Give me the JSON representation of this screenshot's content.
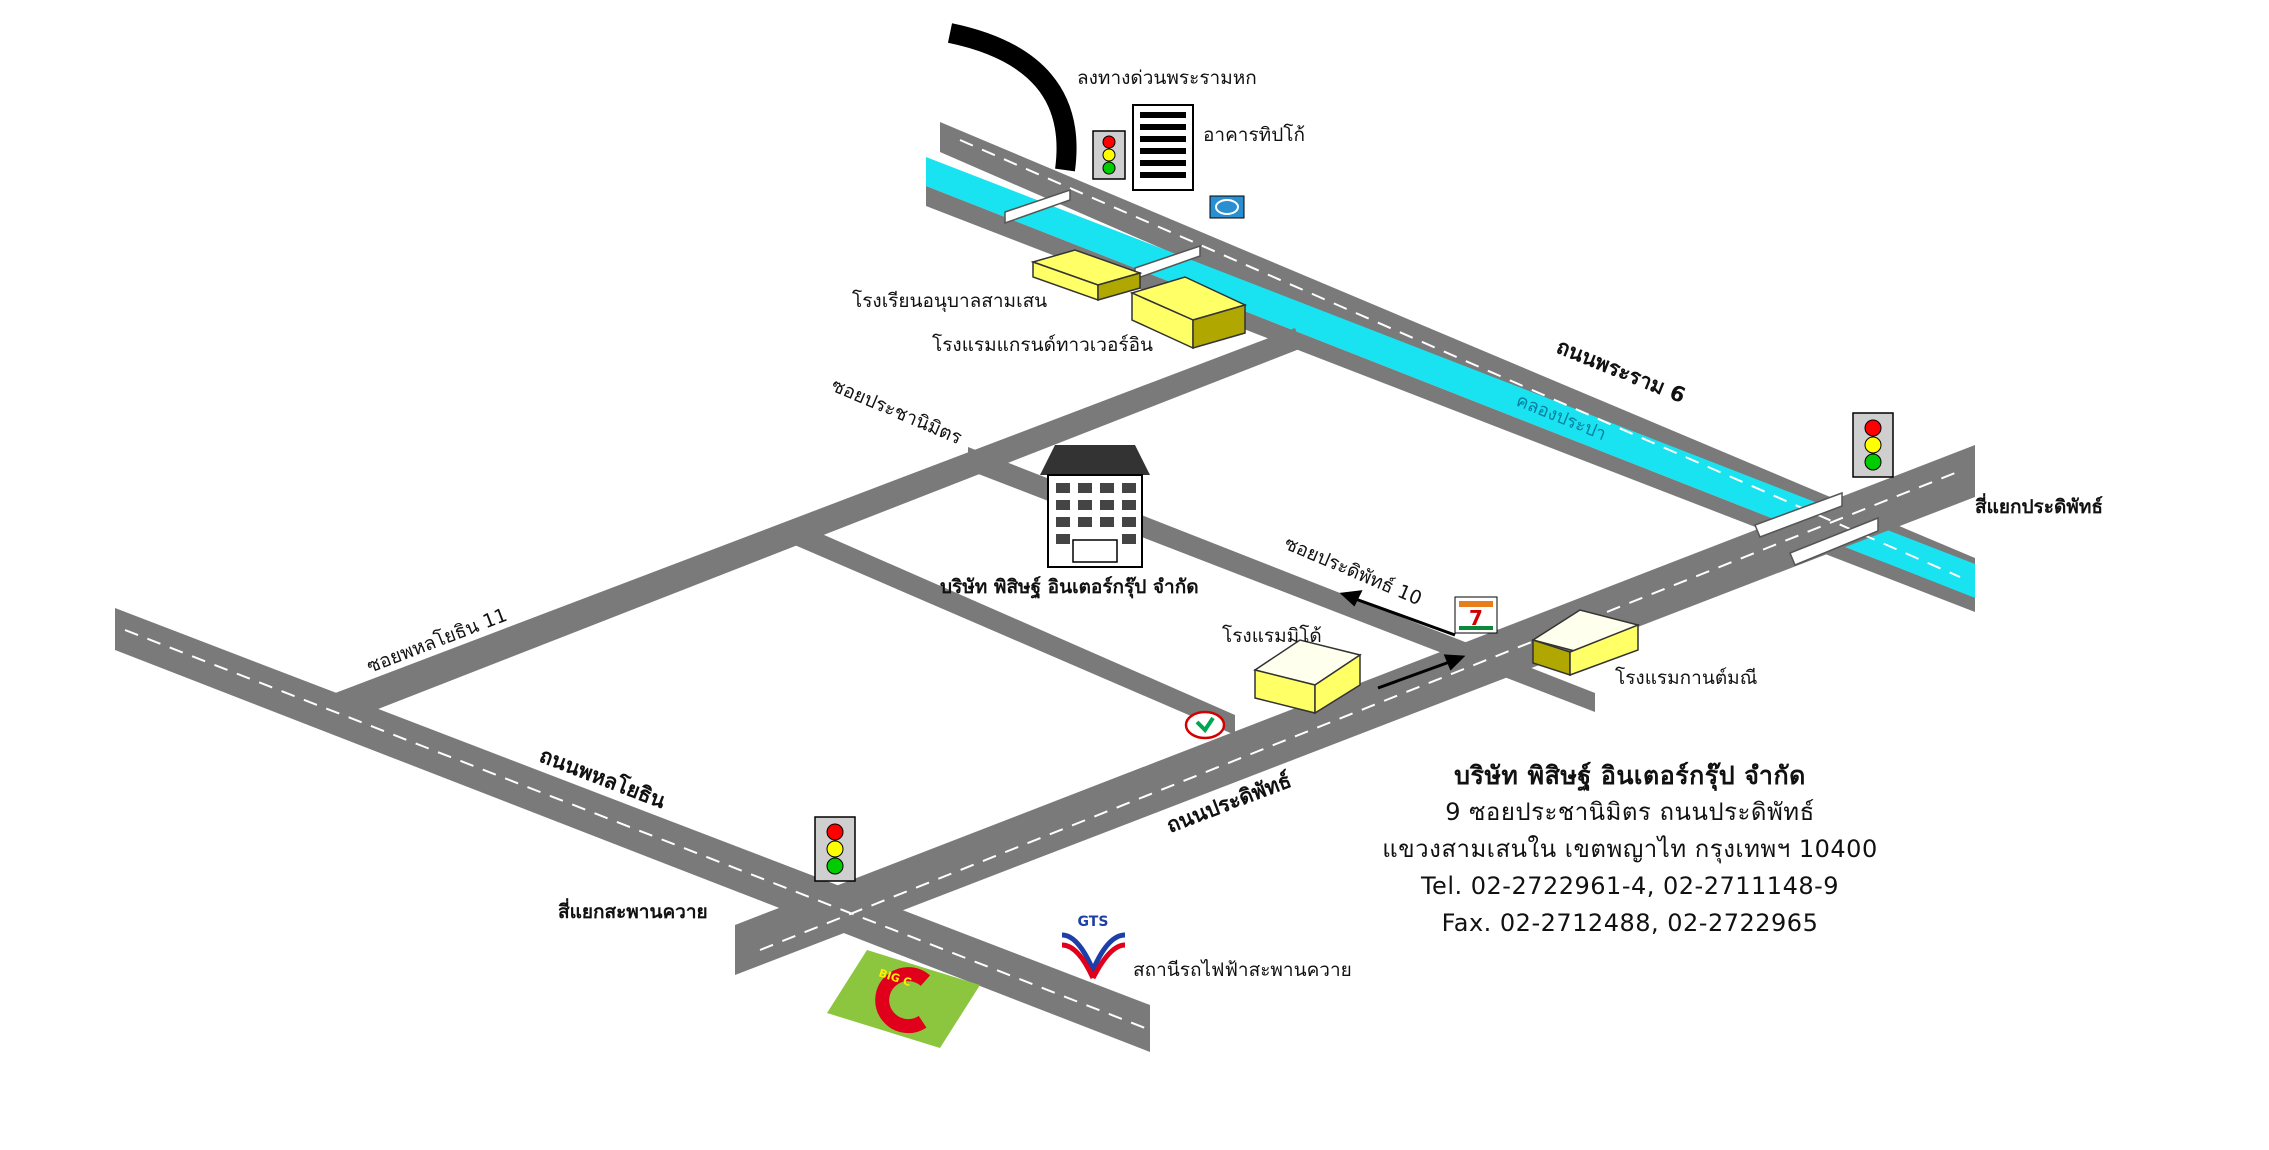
{
  "colors": {
    "road": "#7a7a7a",
    "road_dash": "#ffffff",
    "canal": "#19e3f0",
    "building_top": "#ffff66",
    "building_side": "#b0a800",
    "background": "#ffffff"
  },
  "labels": {
    "expressway_exit": "ลงทางด่วนพระรามหก",
    "tipco_building": "อาคารทิปโก้",
    "kindergarten": "โรงเรียนอนุบาลสามเสน",
    "grand_tower_inn": "โรงแรมแกรนด์ทาวเวอร์อิน",
    "soi_prachanimit": "ซอยประชานิมิตร",
    "soi_pradipat_10": "ซอยประดิพัทธ์ 10",
    "soi_phahonyothin_11": "ซอยพหลโยธิน 11",
    "company_on_map": "บริษัท พิสิษฐ์ อินเตอร์กรุ๊ป จำกัด",
    "mido_hotel": "โรงแรมมิโด้",
    "kanmanee_hotel": "โรงแรมกานต์มณี",
    "rama6_road": "ถนนพระราม 6",
    "prapa_canal": "คลองประปา",
    "pradipat_junction": "สี่แยกประดิพัทธ์",
    "phahonyothin_road": "ถนนพหลโยธิน",
    "pradipat_road": "ถนนประดิพัทธ์",
    "saphan_khwai_junction": "สี่แยกสะพานควาย",
    "bts_station": "สถานีรถไฟฟ้าสะพานควาย",
    "gts_logo_text": "GTS",
    "bigc_logo_text": "BIG C"
  },
  "icons": [
    "traffic-light-icon",
    "office-tower-icon",
    "sign-icon",
    "seven-eleven-icon",
    "kasikorn-bank-icon",
    "bts-logo-icon",
    "big-c-logo-icon"
  ],
  "address": {
    "name": "บริษัท พิสิษฐ์ อินเตอร์กรุ๊ป จำกัด",
    "line1": "9  ซอยประชานิมิตร  ถนนประดิพัทธ์",
    "line2": "แขวงสามเสนใน  เขตพญาไท  กรุงเทพฯ  10400",
    "tel": "Tel. 02-2722961-4, 02-2711148-9",
    "fax": "Fax. 02-2712488, 02-2722965"
  }
}
